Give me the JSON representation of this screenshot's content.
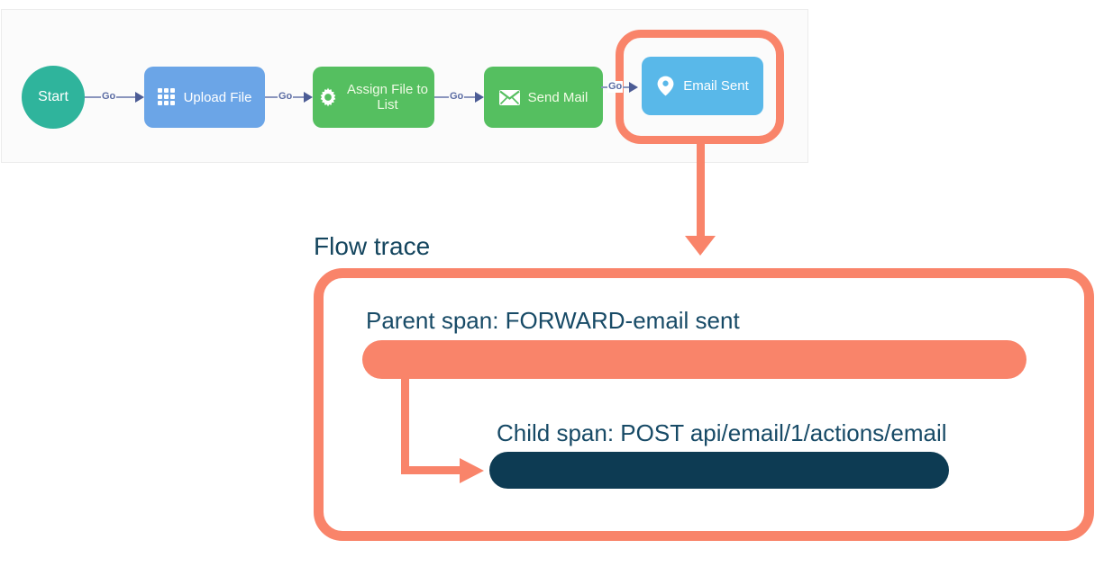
{
  "flow": {
    "start": {
      "label": "Start",
      "color": "#2fb49c"
    },
    "connector_label": "Go",
    "nodes": [
      {
        "label": "Upload File",
        "icon": "grid-icon",
        "color": "#6ba5e7"
      },
      {
        "label": "Assign File to List",
        "icon": "gear-icon",
        "color": "#55bf60"
      },
      {
        "label": "Send Mail",
        "icon": "envelope-icon",
        "color": "#55bf60"
      },
      {
        "label": "Email Sent",
        "icon": "map-pin-icon",
        "color": "#59b8e9"
      }
    ]
  },
  "trace": {
    "title": "Flow trace",
    "parent_span_label": "Parent span: FORWARD-email sent",
    "child_span_label": "Child span: POST api/email/1/actions/email"
  },
  "colors": {
    "highlight_coral": "#f9846a",
    "parent_bar": "#f9846a",
    "child_bar": "#0d3b53",
    "heading_text": "#14455e",
    "connector_slate": "#5b6ca3",
    "panel_background": "#fbfbfb"
  }
}
